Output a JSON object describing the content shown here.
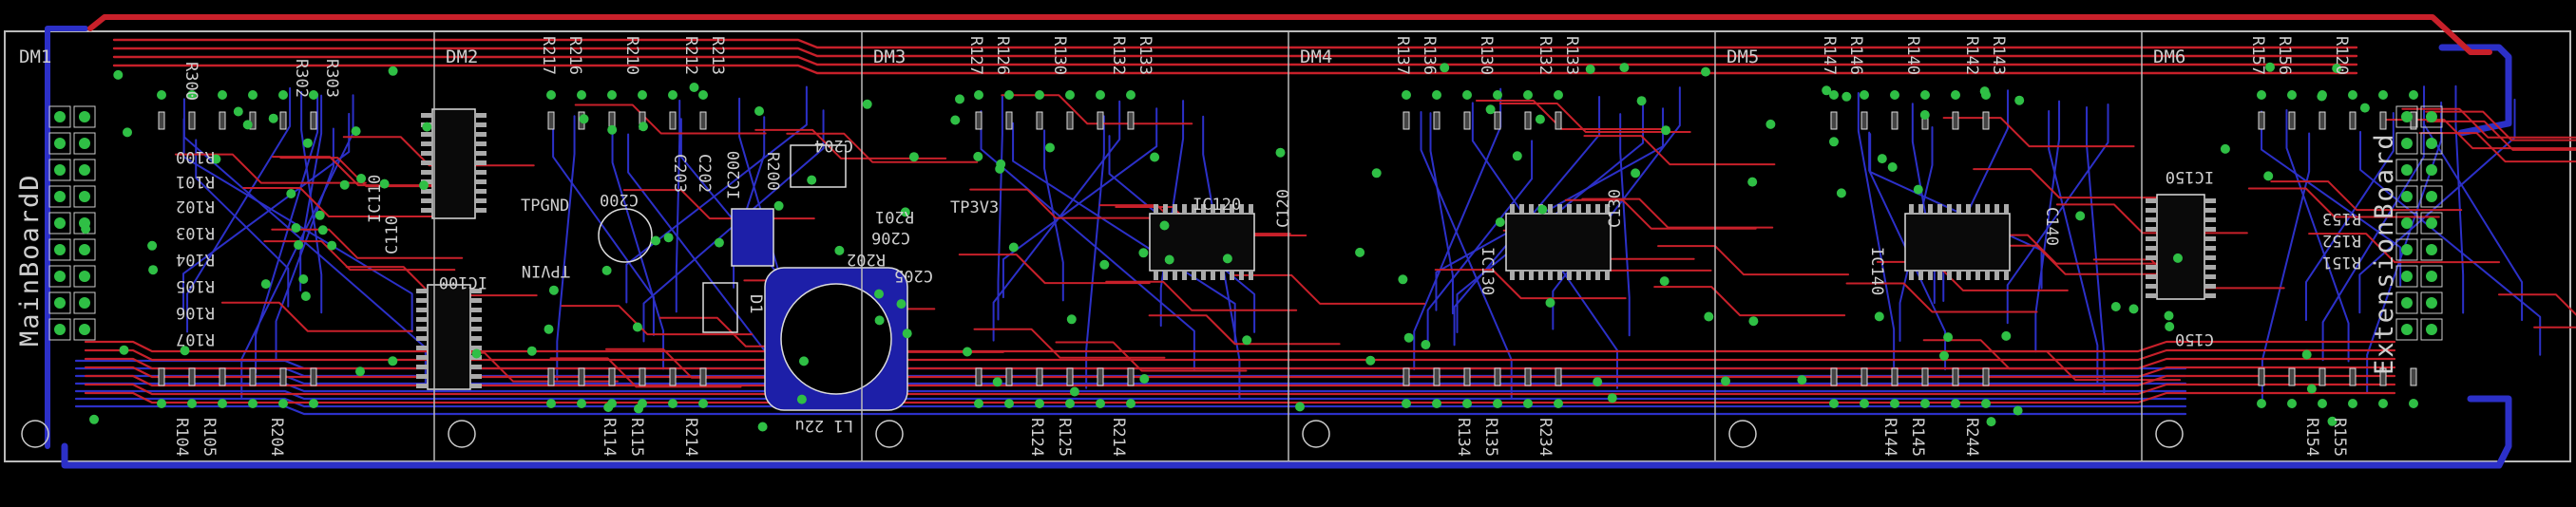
{
  "colors": {
    "background": "#000000",
    "top_copper": "#c8202a",
    "bottom_copper": "#2c30c8",
    "via": "#2fbf45",
    "silk": "#cfcfcf",
    "outline": "#bbbbbb"
  },
  "modules": [
    {
      "label": "DM1",
      "top": [
        "R300",
        "R302",
        "R303"
      ],
      "bottom": [
        "R104",
        "R105",
        "R204"
      ]
    },
    {
      "label": "DM2",
      "top": [
        "R217",
        "R216",
        "R210",
        "R212",
        "R213"
      ],
      "bottom": [
        "R114",
        "R115",
        "R214"
      ]
    },
    {
      "label": "DM3",
      "top": [
        "R127",
        "R126",
        "R130",
        "R132",
        "R133"
      ],
      "bottom": [
        "R124",
        "R125",
        "R214"
      ]
    },
    {
      "label": "DM4",
      "top": [
        "R137",
        "R136",
        "R130",
        "R132",
        "R133"
      ],
      "bottom": [
        "R134",
        "R135",
        "R234"
      ]
    },
    {
      "label": "DM5",
      "top": [
        "R147",
        "R146",
        "R140",
        "R142",
        "R143"
      ],
      "bottom": [
        "R144",
        "R145",
        "R244"
      ]
    },
    {
      "label": "DM6",
      "top": [
        "R157",
        "R156",
        "R120"
      ],
      "bottom": [
        "R154",
        "R155"
      ]
    }
  ],
  "dm1_resistors": [
    "R100",
    "R101",
    "R102",
    "R103",
    "R104",
    "R105",
    "R106",
    "R107"
  ],
  "connectors": {
    "left": "MainBoardD",
    "right": "ExtensionBoard"
  },
  "parts": {
    "ic110": "IC110",
    "ic100": "IC100",
    "ic120": "IC120",
    "ic130": "IC130",
    "ic140": "IC140",
    "ic150": "IC150",
    "c110": "C110",
    "c120": "C120",
    "c130": "C130",
    "c140": "C140",
    "c150": "C150",
    "tpgnd": "TPGND",
    "tpvin": "TPVIN",
    "tp3v3": "TP3V3",
    "c200": "C200",
    "c203": "C203",
    "c202": "C202",
    "c204": "C204",
    "r200": "R200",
    "ic200": "IC200",
    "r201": "R201",
    "r202": "R202",
    "c206": "C206",
    "c205": "C205",
    "d1": "D1",
    "l1": "L1 22u",
    "r153": "R153",
    "r152": "R152",
    "r151": "R151"
  }
}
